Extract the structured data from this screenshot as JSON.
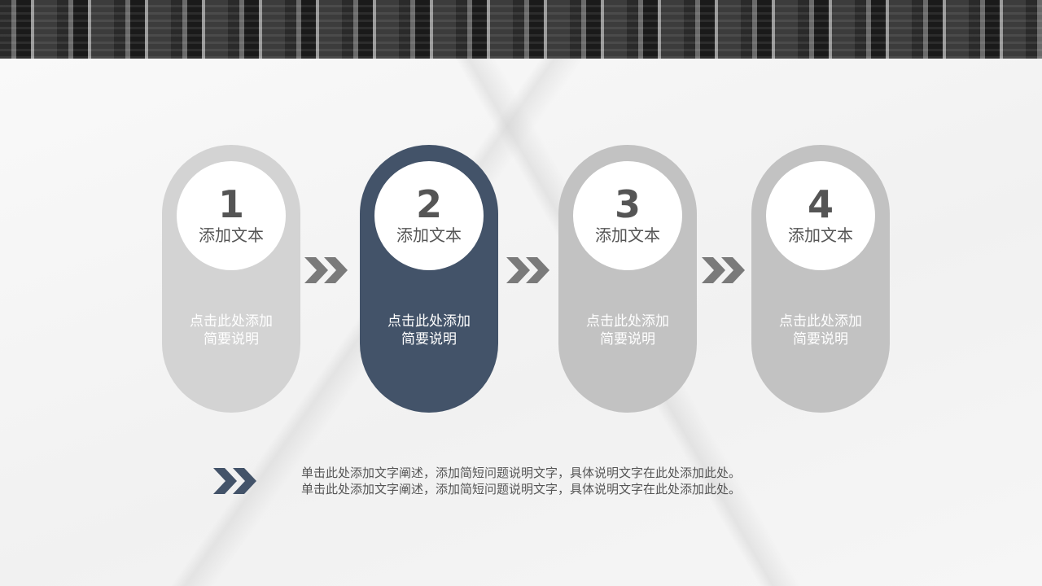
{
  "steps": [
    {
      "number": "1",
      "title": "添加文本",
      "desc_line1": "点击此处添加",
      "desc_line2": "简要说明",
      "color": "#d3d3d3"
    },
    {
      "number": "2",
      "title": "添加文本",
      "desc_line1": "点击此处添加",
      "desc_line2": "简要说明",
      "color": "#435369"
    },
    {
      "number": "3",
      "title": "添加文本",
      "desc_line1": "点击此处添加",
      "desc_line2": "简要说明",
      "color": "#c2c2c2"
    },
    {
      "number": "4",
      "title": "添加文本",
      "desc_line1": "点击此处添加",
      "desc_line2": "简要说明",
      "color": "#c2c2c2"
    }
  ],
  "arrow_color": "#7a7a7a",
  "accent_color": "#435369",
  "footer": {
    "line1": "单击此处添加文字阐述，添加简短问题说明文字，具体说明文字在此处添加此处。",
    "line2": "单击此处添加文字阐述，添加简短问题说明文字，具体说明文字在此处添加此处。"
  }
}
